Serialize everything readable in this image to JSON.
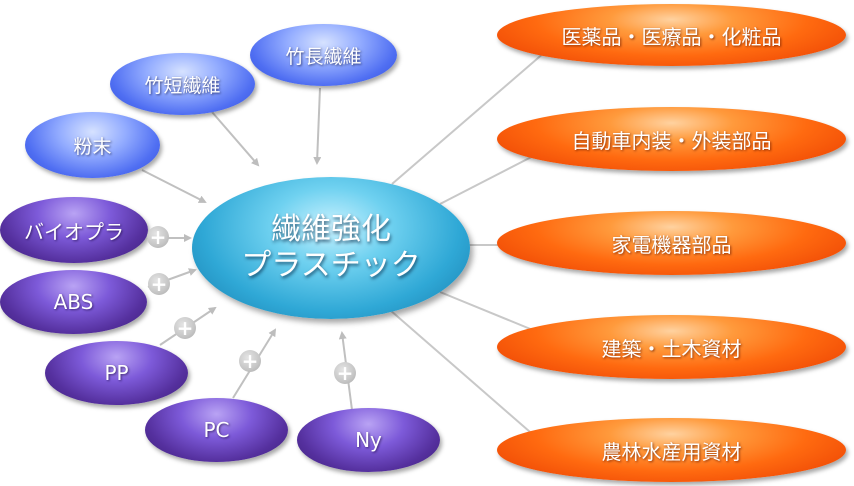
{
  "center": {
    "line1": "繊維強化",
    "line2": "プラスチック"
  },
  "fibers": [
    "粉末",
    "竹短繊維",
    "竹長繊維"
  ],
  "resins": [
    "バイオプラ",
    "ABS",
    "PP",
    "PC",
    "Ny"
  ],
  "applications": [
    "医薬品・医療品・化粧品",
    "自動車内装・外装部品",
    "家電機器部品",
    "建築・土木資材",
    "農林水産用資材"
  ],
  "plus_symbol": "+",
  "colors": {
    "fiber": "#5b78f5",
    "resin": "#5b35a6",
    "application": "#ff6a10",
    "center": "#2fa8d6",
    "connector": "#bdbdbd"
  }
}
